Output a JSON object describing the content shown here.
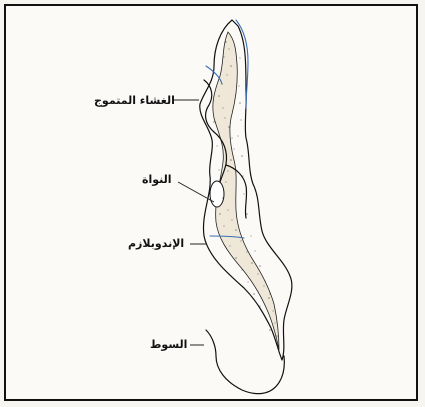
{
  "labels": {
    "undulating_membrane": "الغشاء المتموج",
    "nucleus": "النواة",
    "endoplasm": "الإندوبلازم",
    "flagellum": "السوط"
  },
  "colors": {
    "background": "#f7f5f0",
    "frame": "#111111",
    "stroke": "#111111",
    "edge_accent": "#3b6fb6",
    "endoplasm_fill": "#efe8d8"
  }
}
